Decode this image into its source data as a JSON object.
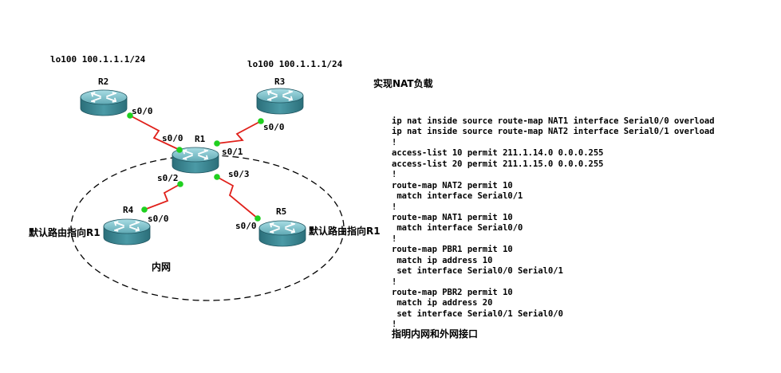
{
  "routers": [
    {
      "id": "R1",
      "label": "R1"
    },
    {
      "id": "R2",
      "label": "R2"
    },
    {
      "id": "R3",
      "label": "R3"
    },
    {
      "id": "R4",
      "label": "R4"
    },
    {
      "id": "R5",
      "label": "R5"
    }
  ],
  "loopbacks": {
    "r2": "lo100 100.1.1.1/24",
    "r3": "lo100 100.1.1.1/24"
  },
  "interfaces": {
    "r2_s00": "s0/0",
    "r1_s00": "s0/0",
    "r3_s00": "s0/0",
    "r1_s01": "s0/1",
    "r1_s02": "s0/2",
    "r1_s03": "s0/3",
    "r4_s00": "s0/0",
    "r5_s00": "s0/0"
  },
  "notes": {
    "r4_default": "默认路由指向R1",
    "r5_default": "默认路由指向R1",
    "lan": "内网"
  },
  "title": "实现NAT负载",
  "config_lines": [
    "ip nat inside source route-map NAT1 interface Serial0/0 overload",
    "ip nat inside source route-map NAT2 interface Serial0/1 overload",
    "!",
    "access-list 10 permit 211.1.14.0 0.0.0.255",
    "access-list 20 permit 211.1.15.0 0.0.0.255",
    "!",
    "route-map NAT2 permit 10",
    " match interface Serial0/1",
    "!",
    "route-map NAT1 permit 10",
    " match interface Serial0/0",
    "!",
    "route-map PBR1 permit 10",
    " match ip address 10",
    " set interface Serial0/0 Serial0/1",
    "!",
    "route-map PBR2 permit 10",
    " match ip address 20",
    " set interface Serial0/1 Serial0/0",
    "!"
  ],
  "footer": "指明内网和外网接口",
  "colors": {
    "router_body": "#3d8a96",
    "router_top": "#8fc9d2",
    "link": "#e0201a",
    "port": "#1fd01f",
    "lan_boundary": "#000000"
  }
}
